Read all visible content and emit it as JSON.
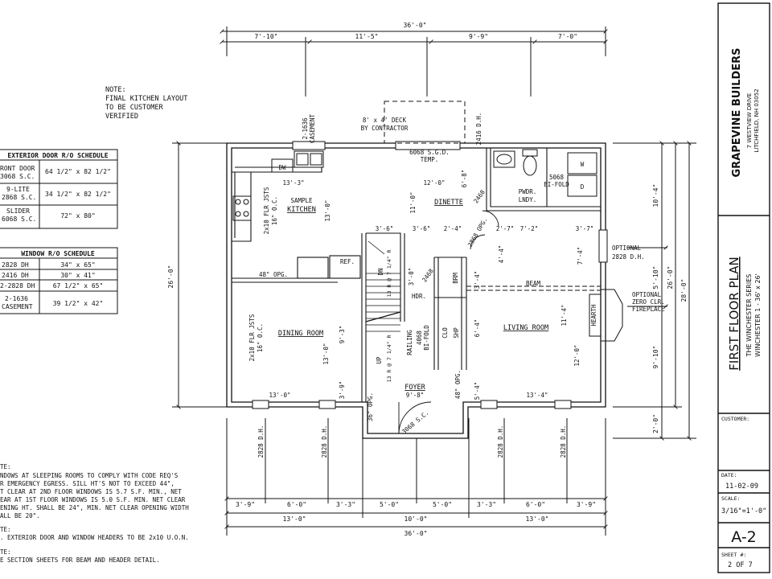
{
  "notes": {
    "kitchen": [
      "NOTE:",
      "FINAL KITCHEN LAYOUT",
      "TO BE CUSTOMER",
      "VERIFIED"
    ],
    "egress": [
      "TE:",
      "NDOWS AT SLEEPING ROOMS TO COMPLY WITH CODE REQ'S",
      "R EMERGENCY EGRESS. SILL HT'S NOT TO EXCEED 44\",",
      "T CLEAR AT 2ND FLOOR WINDOWS IS 5.7 S.F. MIN., NET",
      "EAR AT 1ST FLOOR WINDOWS IS 5.0 S.F. MIN. NET CLEAR",
      "ENING HT. SHALL BE 24\", MIN. NET CLEAR OPENING WIDTH",
      "ALL BE 20\"."
    ],
    "headers": [
      "TE:",
      ". EXTERIOR DOOR AND WINDOW HEADERS TO BE 2x10 U.O.N."
    ],
    "section": [
      "TE:",
      "E SECTION SHEETS FOR BEAM AND HEADER DETAIL."
    ]
  },
  "door_schedule": {
    "title": "EXTERIOR DOOR R/O SCHEDULE",
    "rows": [
      {
        "label": [
          "RONT DOOR",
          "3068 S.C."
        ],
        "value": "64 1/2\" x 82 1/2\""
      },
      {
        "label": [
          "9-LITE",
          "2868 S.C."
        ],
        "value": "34 1/2\" x 82 1/2\""
      },
      {
        "label": [
          "SLIDER",
          "6068 S.C."
        ],
        "value": "72\" x 80\""
      }
    ]
  },
  "window_schedule": {
    "title": "WINDOW R/O SCHEDULE",
    "rows": [
      {
        "label": [
          "2828 DH"
        ],
        "value": "34\" x 65\""
      },
      {
        "label": [
          "2416 DH"
        ],
        "value": "30\" x 41\""
      },
      {
        "label": [
          "2-2828 DH"
        ],
        "value": "67 1/2\" x 65\""
      },
      {
        "label": [
          "2-1636",
          "CASEMENT"
        ],
        "value": "39 1/2\" x 42\""
      }
    ]
  },
  "dims": {
    "top_total": "36'-0\"",
    "top": [
      "7'-10\"",
      "11'-5\"",
      "9'-9\"",
      "7'-0\""
    ],
    "bottom_1": [
      "3'-9\"",
      "6'-0\"",
      "3'-3\"",
      "5'-0\"",
      "5'-0\"",
      "3'-3\"",
      "6'-0\"",
      "3'-9\""
    ],
    "bottom_2": [
      "13'-0\"",
      "10'-0\"",
      "13'-0\""
    ],
    "bottom_total": "36'-0\"",
    "left": "26'-0\"",
    "right_1": [
      "10'-4\"",
      "5'-10\"",
      "9'-10\"",
      "2'-0\""
    ],
    "right_2": "26'-0\"",
    "right_3": "28'-0\""
  },
  "labels": {
    "casement": [
      "2-1636",
      "CASEMENT"
    ],
    "deck": [
      "8' x 4' DECK",
      "BY CONTRACTOR"
    ],
    "dh_2416": "2416 D.H.",
    "sgd": [
      "6068 S.G.D.",
      "TEMP."
    ],
    "dw": "DW",
    "k_13_3": "13'-3\"",
    "k_12_0": "12'-0\"",
    "k_6_8": "6'-8\"",
    "sample_kitchen": [
      "SAMPLE",
      "KITCHEN"
    ],
    "flr_jsts_1": "2x10 FLR JSTS",
    "oc_1": "16\" O.C.",
    "k_13_0": "13'-0\"",
    "d_11_0": "11'-0\"",
    "dinette": "DINETTE",
    "bifold_2468": "2468",
    "bifold_5068": [
      "5068",
      "BI-FOLD"
    ],
    "pwdr": [
      "PWDR.",
      "LNDY."
    ],
    "w_box": "W",
    "d_box": "D",
    "opg_2868": "2868 OPG.",
    "s_3_6a": "3'-6\"",
    "s_3_6b": "3'-6\"",
    "s_2_4": "2'-4\"",
    "s_2_7": "2'-7\"",
    "s_7_2": "7'-2\"",
    "s_3_7": "3'-7\"",
    "optional_dh": [
      "OPTIONAL",
      "2828 D.H."
    ],
    "ref": "REF.",
    "opg_48": "48\" OPG.",
    "dn": "DN",
    "risers_dn": "13 R @ 7 1/4\" R",
    "s_3_0": "3'-0\"",
    "hdr": "HDR.",
    "bifold_2468b": "2468",
    "brm": "BRM",
    "s_3_4": "3'-4\"",
    "s_4_4": "4'-4\"",
    "s_7_4": "7'-4\"",
    "beam": "BEAM",
    "optional_fp": [
      "OPTIONAL",
      "ZERO CLR.",
      "FIREPLACE"
    ],
    "hearth": "HEARTH",
    "flr_jsts_2": "2x10 FLR JSTS",
    "oc_2": "16\" O.C.",
    "dining_room": "DINING ROOM",
    "dr_13_0": "13'-0\"",
    "s_9_3": "9'-3\"",
    "up": "UP",
    "risers_up": "13 R @ 7 1/4\" R",
    "railing": "RAILING",
    "bifold_4068": [
      "4068",
      "BI-FOLD"
    ],
    "clo": "CLO",
    "shp": "SHP",
    "s_6_4": "6'-4\"",
    "living_room": "LIVING ROOM",
    "s_11_4": "11'-4\"",
    "s_12_0": "12'-0\"",
    "opg_36": "36\" OPG.",
    "s_3_9": "3'-9\"",
    "foyer": "FOYER",
    "s_9_8": "9'-8\"",
    "opg_48b": "48\" OPG.",
    "s_5_4": "5'-4\"",
    "dr_13_0b": "13'-0\"",
    "lr_13_4": "13'-4\"",
    "front_door": "3068 S.C.",
    "dh_bottom": [
      "2828 D.H.",
      "2828 D.H.",
      "2828 D.H.",
      "2828 D.H."
    ]
  },
  "title_block": {
    "company": "GRAPEVINE BUILDERS",
    "address_1": "7 WESTVIEW DRIVE",
    "address_2": "LITCHFIELD, NH 03052",
    "plan_title": "FIRST FLOOR PLAN",
    "series": "THE WINCHESTER SERIES",
    "model": "WINCHESTER 1 - 36' x 26'",
    "customer_label": "CUSTOMER:",
    "date_label": "DATE:",
    "date": "11-02-09",
    "scale_label": "SCALE:",
    "scale": "3/16\"=1'-0\"",
    "sheet_no": "A-2",
    "sheet_label": "SHEET #:",
    "sheet_of": "2 OF 7"
  }
}
